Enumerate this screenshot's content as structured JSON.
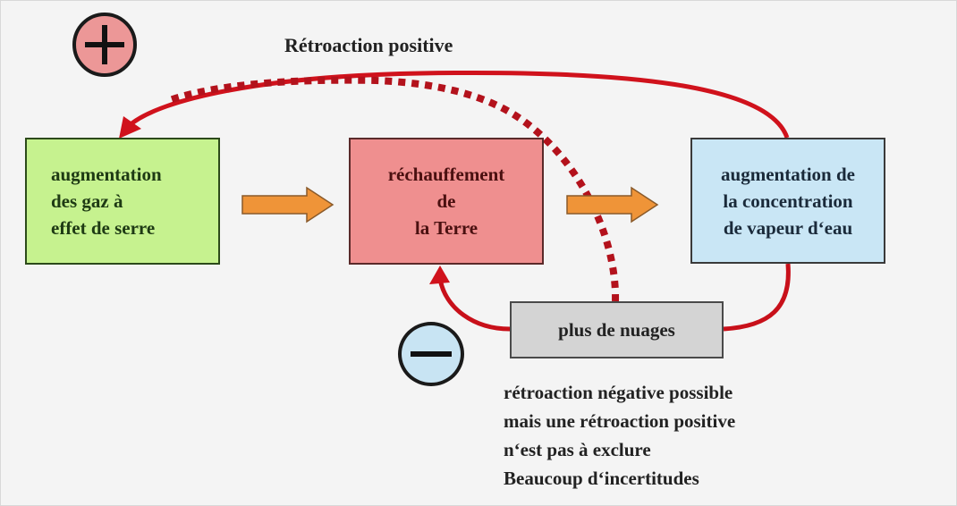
{
  "title": "Rétroaction positive",
  "signs": {
    "positive": "plus-sign",
    "negative": "minus-sign"
  },
  "boxes": {
    "greenhouse_gases": {
      "lines": [
        "augmentation",
        "des gaz à",
        "effet de serre"
      ],
      "color": "#c6f28f"
    },
    "warming": {
      "lines": [
        "réchauffement",
        "de",
        "la Terre"
      ],
      "color": "#ef8f8f"
    },
    "water_vapor": {
      "lines": [
        "augmentation de",
        "la concentration",
        "de vapeur d‘eau"
      ],
      "color": "#c9e6f5"
    },
    "clouds": {
      "lines": [
        "plus de nuages"
      ],
      "color": "#d4d4d4"
    }
  },
  "note": {
    "lines": [
      "rétroaction négative possible",
      "mais une rétroaction positive",
      "n‘est pas à exclure",
      "Beaucoup d‘incertitudes"
    ]
  },
  "colors": {
    "feedback_arrow": "#d0121c",
    "flow_arrow": "#ef9438",
    "background": "#f4f4f4"
  },
  "edges": [
    {
      "from": "greenhouse_gases",
      "to": "warming",
      "style": "flow-arrow"
    },
    {
      "from": "warming",
      "to": "water_vapor",
      "style": "flow-arrow"
    },
    {
      "from": "water_vapor",
      "to": "greenhouse_gases",
      "style": "solid-feedback",
      "label": "Rétroaction positive"
    },
    {
      "from": "water_vapor",
      "to": "clouds",
      "style": "solid-curve"
    },
    {
      "from": "clouds",
      "to": "warming",
      "style": "solid-feedback"
    },
    {
      "from": "clouds",
      "to": "greenhouse_gases",
      "style": "dotted-feedback"
    }
  ]
}
